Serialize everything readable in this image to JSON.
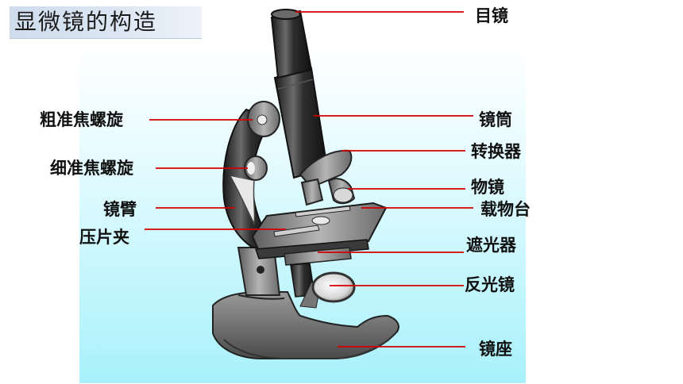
{
  "title": "显微镜的构造",
  "labels": {
    "eyepiece": "目镜",
    "tube": "镜筒",
    "coarse_focus": "粗准焦螺旋",
    "fine_focus": "细准焦螺旋",
    "nosepiece": "转换器",
    "objective": "物镜",
    "arm": "镜臂",
    "stage": "载物台",
    "stage_clip": "压片夹",
    "diaphragm": "遮光器",
    "mirror": "反光镜",
    "base": "镜座"
  },
  "colors": {
    "leader_line": "#d40000",
    "metal_dark": "#2a2a2a",
    "metal_gray": "#8a8a8a",
    "background_top": "#ffffff",
    "background_bottom": "#a8f1fb"
  }
}
